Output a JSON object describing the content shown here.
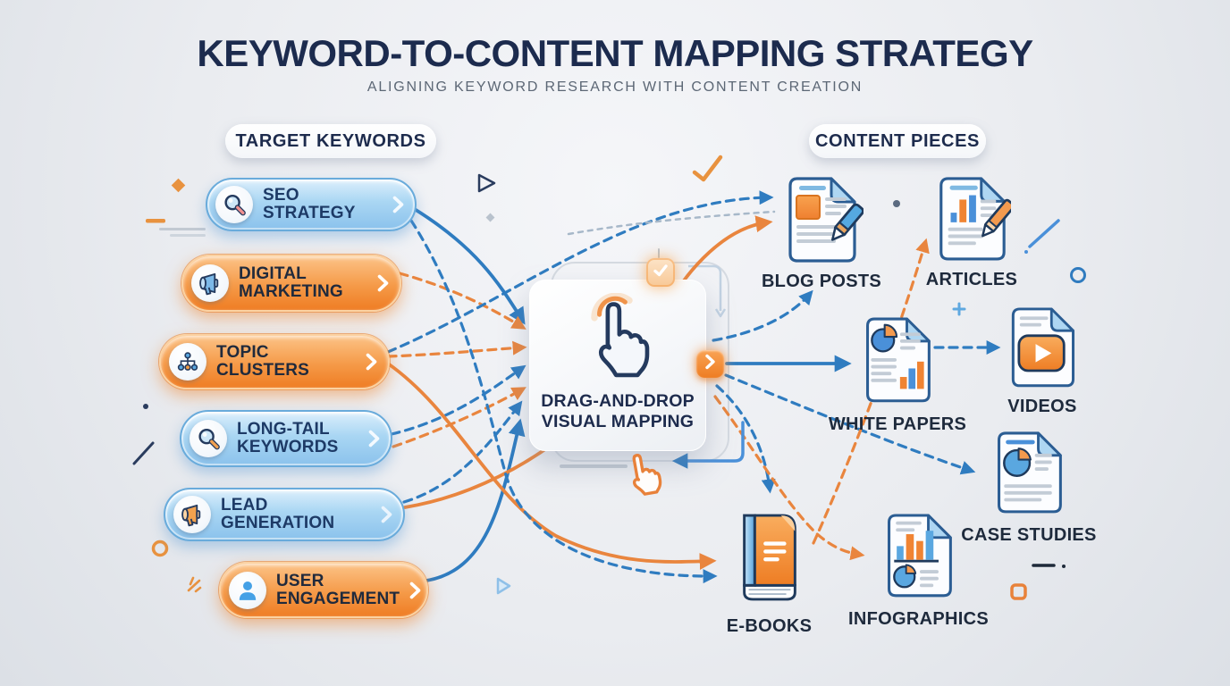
{
  "header": {
    "title": "KEYWORD-TO-CONTENT MAPPING STRATEGY",
    "subtitle": "ALIGNING KEYWORD RESEARCH WITH CONTENT CREATION"
  },
  "keywords": {
    "header": "TARGET KEYWORDS",
    "pill_chevron_icon": "chevron-right-icon",
    "items": [
      {
        "label": "SEO STRATEGY",
        "color": "blue",
        "icon": "magnifier-icon"
      },
      {
        "label": "DIGITAL MARKETING",
        "color": "orange",
        "icon": "megaphone-icon"
      },
      {
        "label": "TOPIC CLUSTERS",
        "color": "orange",
        "icon": "sitemap-icon"
      },
      {
        "label": "LONG-TAIL KEYWORDS",
        "color": "blue",
        "icon": "magnifier-icon"
      },
      {
        "label": "LEAD GENERATION",
        "color": "blue",
        "icon": "megaphone-icon"
      },
      {
        "label": "USER ENGAGEMENT",
        "color": "orange",
        "icon": "user-icon"
      }
    ]
  },
  "content": {
    "header": "CONTENT PIECES",
    "items": [
      {
        "label": "BLOG POSTS",
        "icon": "blog-post-document-icon"
      },
      {
        "label": "ARTICLES",
        "icon": "article-document-icon"
      },
      {
        "label": "WHITE PAPERS",
        "icon": "white-paper-document-icon"
      },
      {
        "label": "VIDEOS",
        "icon": "video-document-icon"
      },
      {
        "label": "CASE STUDIES",
        "icon": "case-study-document-icon"
      },
      {
        "label": "E-BOOKS",
        "icon": "ebook-icon"
      },
      {
        "label": "INFOGRAPHICS",
        "icon": "infographic-document-icon"
      }
    ]
  },
  "center": {
    "line1": "DRAG-AND-DROP",
    "line2": "VISUAL MAPPING",
    "icon": "tap-hand-icon",
    "buttons": [
      {
        "icon": "check-icon"
      },
      {
        "icon": "chevron-right-icon"
      }
    ]
  },
  "colors": {
    "navy": "#1c2b4e",
    "arrow_blue": "#2f7cc0",
    "arrow_orange": "#e9853e",
    "pill_blue": "#8bc2ec",
    "pill_orange": "#ef7d24",
    "background": "#e9ebef"
  }
}
